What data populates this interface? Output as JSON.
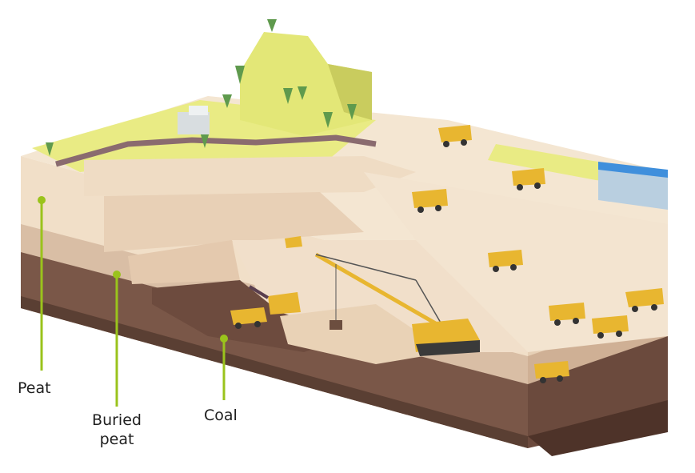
{
  "labels": {
    "peat": "Peat",
    "buried_peat": "Buried peat",
    "coal": "Coal"
  },
  "colors": {
    "leader": "#9ac31c",
    "surface": "#e9eb84",
    "sand": "#f2e2cc",
    "peat_layer": "#d9bea5",
    "coal_layer": "#7a5748",
    "truck": "#e8b630",
    "building_roof": "#3f8fdc"
  },
  "icons": [
    "dump-truck-icon",
    "dragline-icon",
    "excavator-icon",
    "tree-icon",
    "building-icon",
    "bulldozer-icon"
  ]
}
